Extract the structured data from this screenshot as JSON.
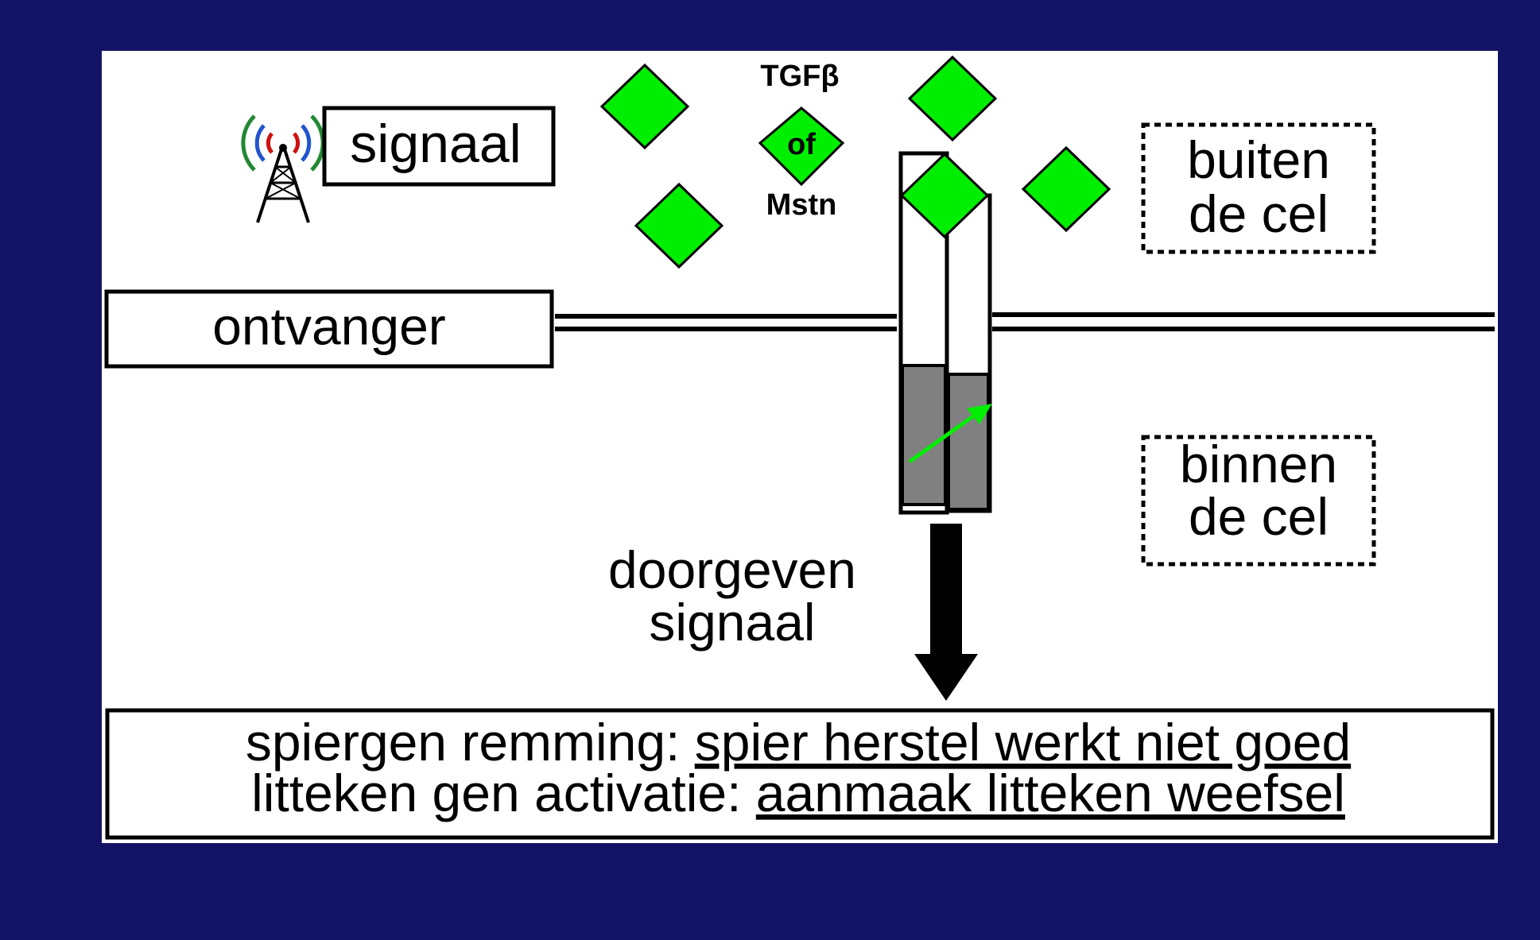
{
  "labels": {
    "signal": "signaal",
    "ligand_top": "TGFβ",
    "ligand_mid": "of",
    "ligand_bottom": "Mstn",
    "outside_line1": "buiten",
    "outside_line2": "de cel",
    "inside_line1": "binnen",
    "inside_line2": "de cel",
    "receptor": "ontvanger",
    "transmit_line1": "doorgeven",
    "transmit_line2": "signaal"
  },
  "outcome": {
    "line1_prefix": "spiergen remming: ",
    "line1_effect": "spier herstel werkt niet goed",
    "line2_prefix": "litteken gen activatie: ",
    "line2_effect": "aanmaak litteken weefsel"
  },
  "icons": {
    "antenna": "radio-tower-icon",
    "ligand": "green-diamond-icon",
    "arrow": "down-arrow-icon"
  },
  "colors": {
    "background": "#131366",
    "ligand": "#00ee00",
    "receptor_inner": "#808080",
    "activation_arrow": "#00ee00"
  }
}
